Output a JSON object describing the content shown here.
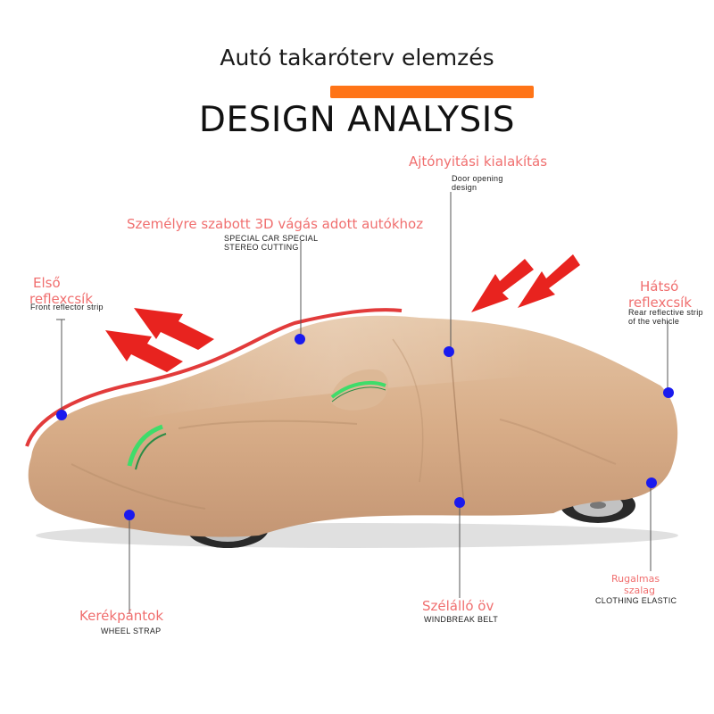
{
  "header": {
    "title_hu": "Autó takaróterv elemzés",
    "title_en": "DESIGN ANALYSIS",
    "accent_color": "#ff7417"
  },
  "callouts": {
    "door": {
      "label": "Ajtónyitási kialakítás",
      "sub_1": "Door opening",
      "sub_2": "design"
    },
    "cut": {
      "label": "Személyre szabott 3D vágás adott autókhoz",
      "sub_1": "SPECIAL CAR SPECIAL",
      "sub_2": "STEREO CUTTING"
    },
    "front": {
      "label_1": "Első",
      "label_2": "reflexcsík",
      "sub": "Front reflector strip"
    },
    "rear": {
      "label_1": "Hátsó",
      "label_2": "reflexcsík",
      "sub_1": "Rear reflective strip",
      "sub_2": "of the vehicle"
    },
    "wheel": {
      "label": "Kerékpántok",
      "sub": "WHEEL STRAP"
    },
    "belt": {
      "label": "Szélálló öv",
      "sub": "WINDBREAK BELT"
    },
    "elastic": {
      "label_1": "Rugalmas",
      "label_2": "szalag",
      "sub": "CLOTHING ELASTIC"
    }
  },
  "colors": {
    "label": "#f06f6f",
    "dot": "#1a1aee",
    "cover": "#d9b18e",
    "reflective_red": "#e23b3b",
    "reflective_green": "#3fdc6a",
    "arrow": "#e8231f"
  }
}
